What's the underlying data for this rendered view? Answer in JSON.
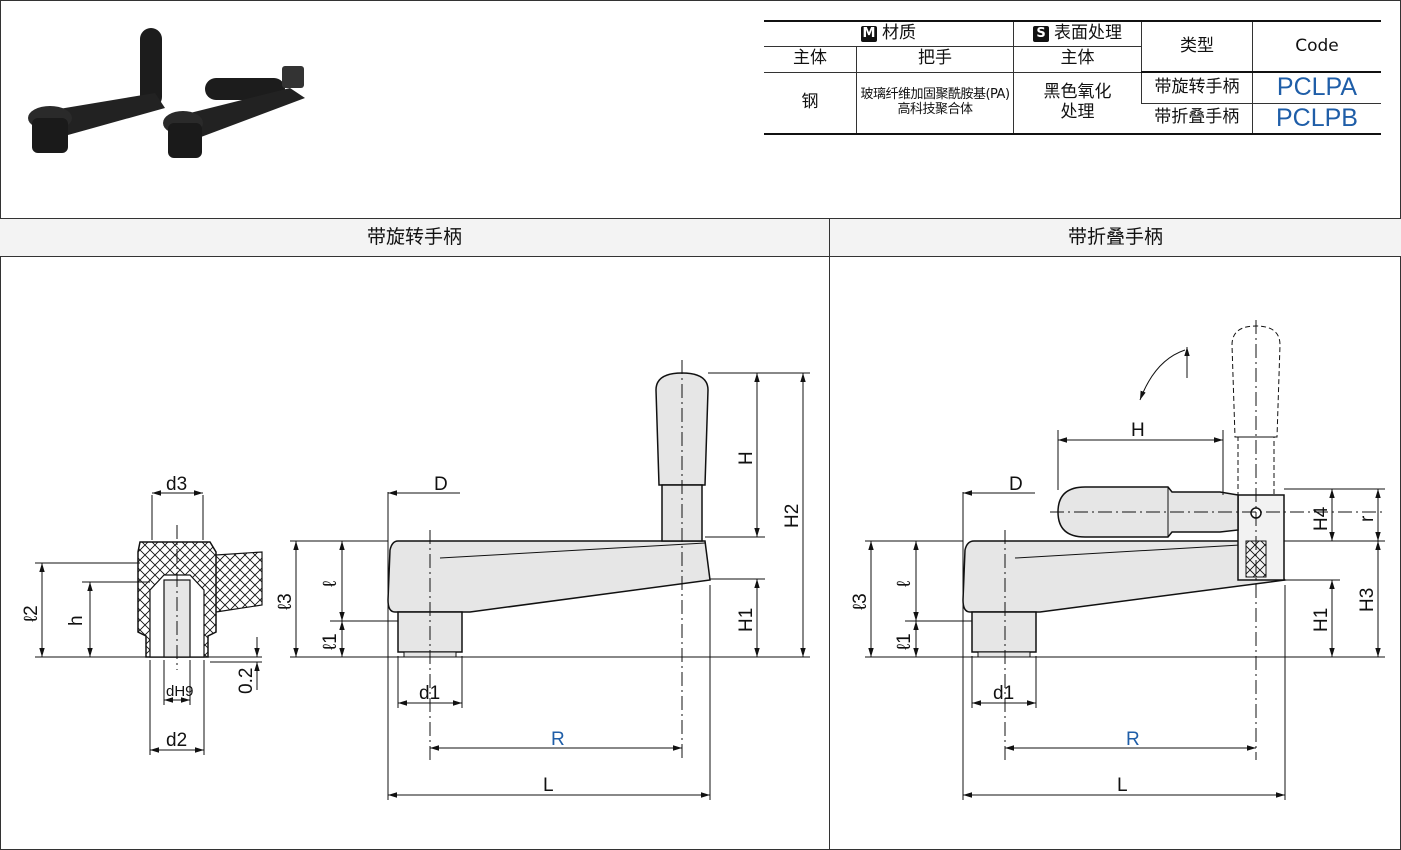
{
  "table": {
    "material_header": "材质",
    "material_marker": "M",
    "surface_header": "表面处理",
    "surface_marker": "S",
    "type_header": "类型",
    "code_header": "Code",
    "body_label": "主体",
    "handle_label": "把手",
    "surface_body_label": "主体",
    "material_body": "钢",
    "material_handle_line1": "玻璃纤维加固聚酰胺基(PA)",
    "material_handle_line2": "高科技聚合体",
    "surface_line1": "黑色氧化",
    "surface_line2": "处理",
    "rows": [
      {
        "type": "带旋转手柄",
        "code": "PCLPA"
      },
      {
        "type": "带折叠手柄",
        "code": "PCLPB"
      }
    ]
  },
  "sections": {
    "left_title": "带旋转手柄",
    "right_title": "带折叠手柄"
  },
  "dims": {
    "d3": "d3",
    "d2": "d2",
    "dH9": "dH9",
    "h": "h",
    "l2": "ℓ2",
    "gap": "0.2",
    "D": "D",
    "l3": "ℓ3",
    "l": "ℓ",
    "l1": "ℓ1",
    "d1": "d1",
    "R": "R",
    "L": "L",
    "H": "H",
    "H1": "H1",
    "H2": "H2",
    "H3": "H3",
    "H4": "H4",
    "r": "r"
  },
  "colors": {
    "code": "#1f5ea8",
    "part_fill": "#e6e6e6",
    "header_fill": "#f3f3f3"
  }
}
